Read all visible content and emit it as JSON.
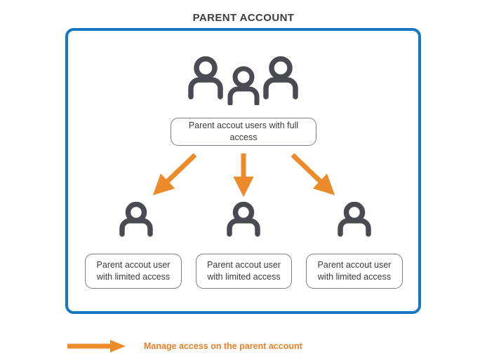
{
  "diagram": {
    "title": "PARENT ACCOUNT",
    "colors": {
      "container_border": "#1678c2",
      "arrow": "#ed8b2b",
      "icon": "#4a4a52",
      "box_border": "#7d7d85",
      "text": "#3a3a3f",
      "title_text": "#3c3c43",
      "legend_text": "#e8802a",
      "background": "#ffffff"
    },
    "top_group": {
      "icon_name": "three-users-icon",
      "icon_count": 3,
      "label": "Parent accout users with full access"
    },
    "children": [
      {
        "icon_name": "single-user-icon",
        "label_line_1": "Parent accout user",
        "label_line_2": "with limited access"
      },
      {
        "icon_name": "single-user-icon",
        "label_line_1": "Parent accout user",
        "label_line_2": "with limited access"
      },
      {
        "icon_name": "single-user-icon",
        "label_line_1": "Parent accout user",
        "label_line_2": "with limited access"
      }
    ],
    "arrows": [
      {
        "name": "arrow-to-child-left",
        "direction": "down-left"
      },
      {
        "name": "arrow-to-child-center",
        "direction": "down"
      },
      {
        "name": "arrow-to-child-right",
        "direction": "down-right"
      }
    ],
    "legend": {
      "icon_name": "right-arrow-icon",
      "label": "Manage access on the parent account"
    }
  }
}
